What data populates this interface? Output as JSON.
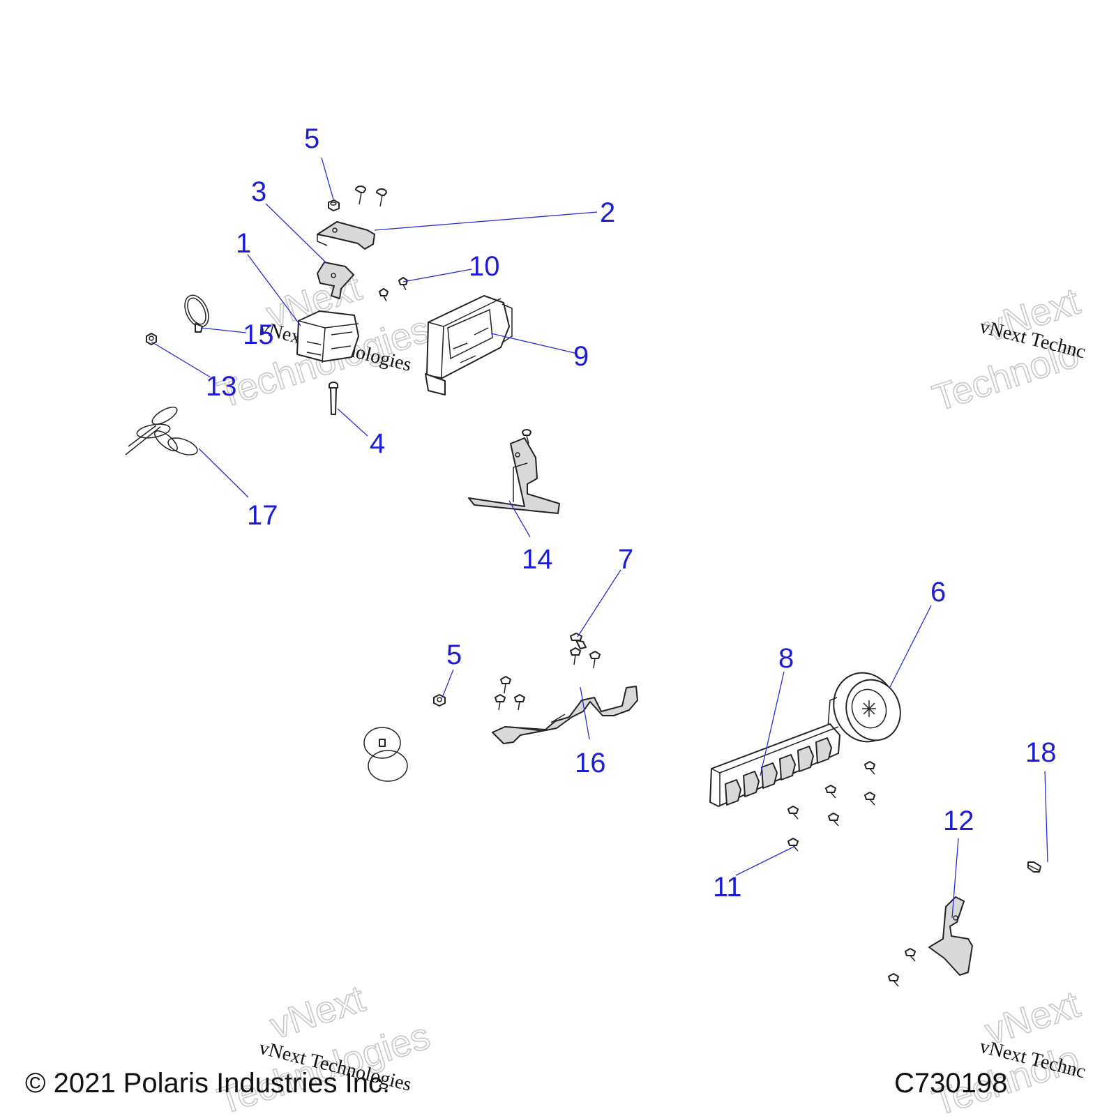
{
  "callouts": {
    "c1": "1",
    "c2": "2",
    "c3": "3",
    "c4": "4",
    "c5a": "5",
    "c5b": "5",
    "c6": "6",
    "c7": "7",
    "c8": "8",
    "c9": "9",
    "c10": "10",
    "c11": "11",
    "c12": "12",
    "c13": "13",
    "c14": "14",
    "c15": "15",
    "c16": "16",
    "c17": "17",
    "c18": "18"
  },
  "watermark": {
    "brand_line1": "vNext",
    "brand_line2": "Technologies",
    "full": "vNext Technologies",
    "full_cut": "vNext Technc",
    "brand_line2_cut": "Technolo"
  },
  "footer": {
    "copyright": "© 2021 Polaris Industries Inc.",
    "drawing_number": "C730198"
  },
  "colors": {
    "callout": "#1c1cd6",
    "line_art": "#222222"
  }
}
